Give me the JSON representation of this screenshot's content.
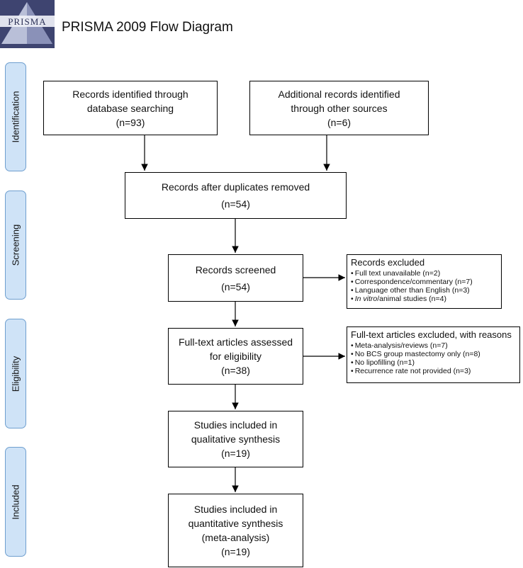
{
  "header": {
    "logo_text": "PRISMA",
    "title": "PRISMA 2009 Flow Diagram"
  },
  "phases": {
    "identification": "Identification",
    "screening": "Screening",
    "eligibility": "Eligibility",
    "included": "Included"
  },
  "boxes": {
    "database": {
      "line1": "Records identified through",
      "line2": "database searching",
      "count": "(n=93)"
    },
    "other": {
      "line1": "Additional records identified",
      "line2": "through other sources",
      "count": "(n=6)"
    },
    "duplicates": {
      "line1": "Records after duplicates removed",
      "count": "(n=54)"
    },
    "screened": {
      "line1": "Records screened",
      "count": "(n=54)"
    },
    "fulltext": {
      "line1": "Full-text articles assessed",
      "line2": "for eligibility",
      "count": "(n=38)"
    },
    "qualitative": {
      "line1": "Studies included in",
      "line2": "qualitative synthesis",
      "count": "(n=19)"
    },
    "quantitative": {
      "line1": "Studies included in",
      "line2": "quantitative synthesis",
      "line3": "(meta-analysis)",
      "count": "(n=19)"
    }
  },
  "records_excluded": {
    "title": "Records excluded",
    "item1": "Full text unavailable (n=2)",
    "item2": "Correspondence/commentary (n=7)",
    "item3": "Language other than English (n=3)",
    "item4_em": "In vitro",
    "item4_rest": "/animal studies (n=4)"
  },
  "fulltext_excluded": {
    "title": "Full-text articles excluded, with reasons",
    "item1": "Meta-analysis/reviews (n=7)",
    "item2": "No BCS group mastectomy only (n=8)",
    "item3": "No lipofilling (n=1)",
    "item4": "Recurrence rate not provided (n=3)"
  }
}
